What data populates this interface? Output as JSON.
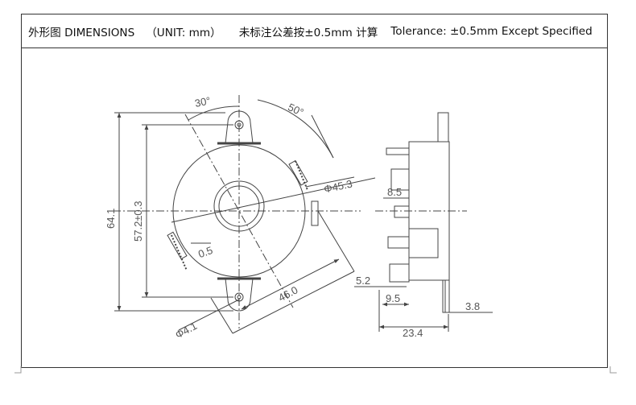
{
  "header": {
    "title_label": "外形图 DIMENSIONS",
    "unit_label": "（UNIT: mm）",
    "tolerance_cn": "未标注公差按±0.5mm 计算",
    "tolerance_en": "Tolerance:  ±0.5mm Except Specified"
  },
  "drawing": {
    "front_view": {
      "angle_top": "30°",
      "angle_top_right": "50°",
      "diameter_outer": "Φ45.3",
      "height_overall": "64.1",
      "hole_spacing": "57.2±0.3",
      "offset": "0.5",
      "diagonal_length": "46.0",
      "hole_diameter": "Φ4.1"
    },
    "side_view": {
      "terminal_width": "8.5",
      "terminal_offset": "5.2",
      "terminal_pitch": "9.5",
      "depth": "23.4",
      "pin_length": "3.8"
    }
  }
}
